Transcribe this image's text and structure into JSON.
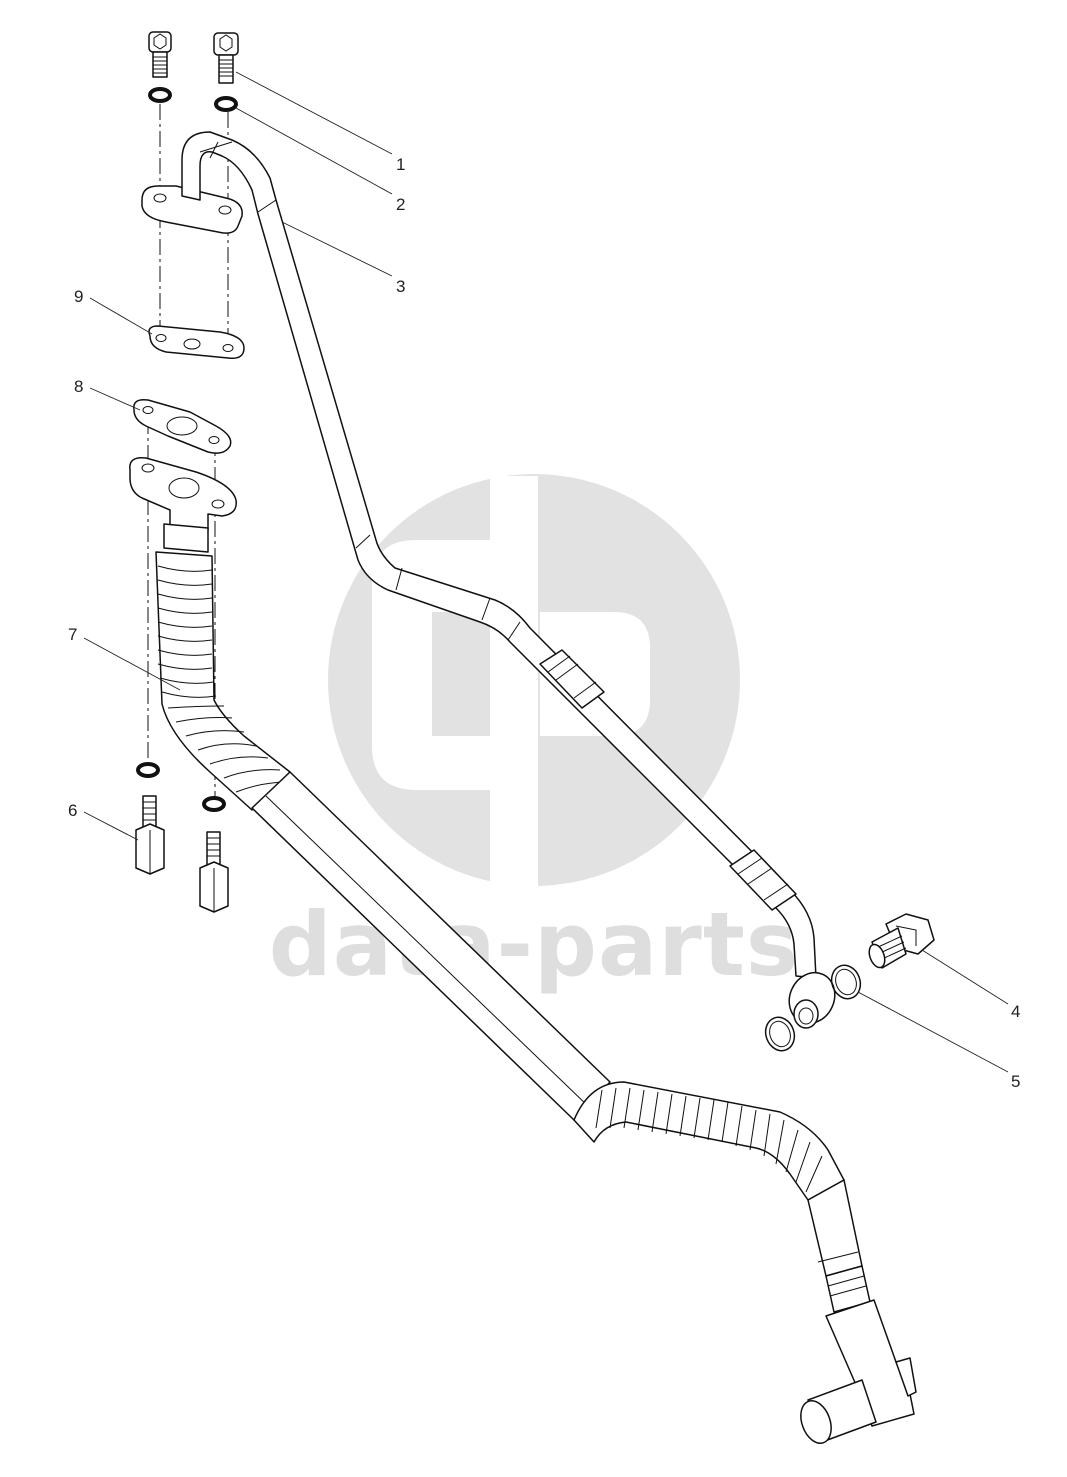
{
  "watermark": {
    "text": "data-parts",
    "color": "#dedede",
    "logo_color": "#e2e2e2"
  },
  "callouts": [
    {
      "id": "callout-1",
      "number": "1"
    },
    {
      "id": "callout-2",
      "number": "2"
    },
    {
      "id": "callout-3",
      "number": "3"
    },
    {
      "id": "callout-4",
      "number": "4"
    },
    {
      "id": "callout-5",
      "number": "5"
    },
    {
      "id": "callout-6",
      "number": "6"
    },
    {
      "id": "callout-7",
      "number": "7"
    },
    {
      "id": "callout-8",
      "number": "8"
    },
    {
      "id": "callout-9",
      "number": "9"
    }
  ]
}
